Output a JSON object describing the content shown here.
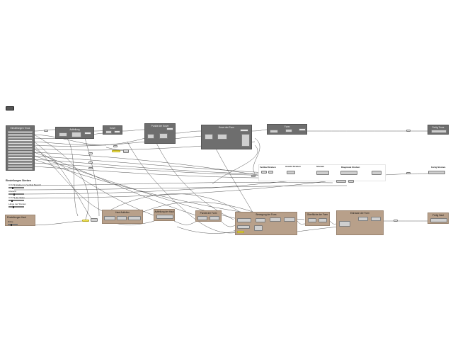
{
  "toolbar": {
    "icon": "canvas-menu-icon"
  },
  "colors": {
    "dark_group": "#6e6e6e",
    "tan_group": "#b8a08a",
    "wire": "#444444"
  },
  "groups": {
    "einstellungen_truss": {
      "title": "Einstellungen Truss",
      "rows": [
        "",
        "",
        "",
        "",
        "",
        "",
        "",
        "",
        "",
        "",
        "",
        "",
        "",
        "",
        ""
      ]
    },
    "g_top_1": {
      "title": "Aufteilung"
    },
    "g_top_2": {
      "title": "Kurve"
    },
    "g_top_3": {
      "title": "Punkte der Kurve"
    },
    "g_top_4": {
      "title": "Kurve der Form"
    },
    "g_top_5": {
      "title": "Form"
    },
    "g_top_end": {
      "title": "Fertig Truss"
    },
    "einstellungen_streben": {
      "title": "Einstellungen Streben",
      "items": [
        "Anzahl Streben im Vertikal Bereich",
        "Abstand",
        "Anzahl der Teilen",
        "Länge der Streben"
      ]
    },
    "g_mid_1": {
      "title": "Vertikal Streben"
    },
    "g_mid_2": {
      "title": "Anzahl Streben"
    },
    "g_mid_3": {
      "title": "Streben"
    },
    "g_mid_4": {
      "title": "Diagonale Streben"
    },
    "g_mid_end": {
      "title": "Fertig Streben"
    },
    "einstellungen_haut": {
      "title": "Einstellungen Haut",
      "items": [
        "Dicke"
      ]
    },
    "g_bot_1": {
      "title": "Haut Aufteilen"
    },
    "g_bot_2": {
      "title": "Aufteilung der Haut"
    },
    "g_bot_3": {
      "title": "Punkte der Form"
    },
    "g_bot_4": {
      "title": "Bewegung der Form"
    },
    "g_bot_5": {
      "title": "Oberfläche der Form"
    },
    "g_bot_6": {
      "title": "Extrusion der Form"
    },
    "g_bot_end": {
      "title": "Fertig Haut"
    }
  }
}
